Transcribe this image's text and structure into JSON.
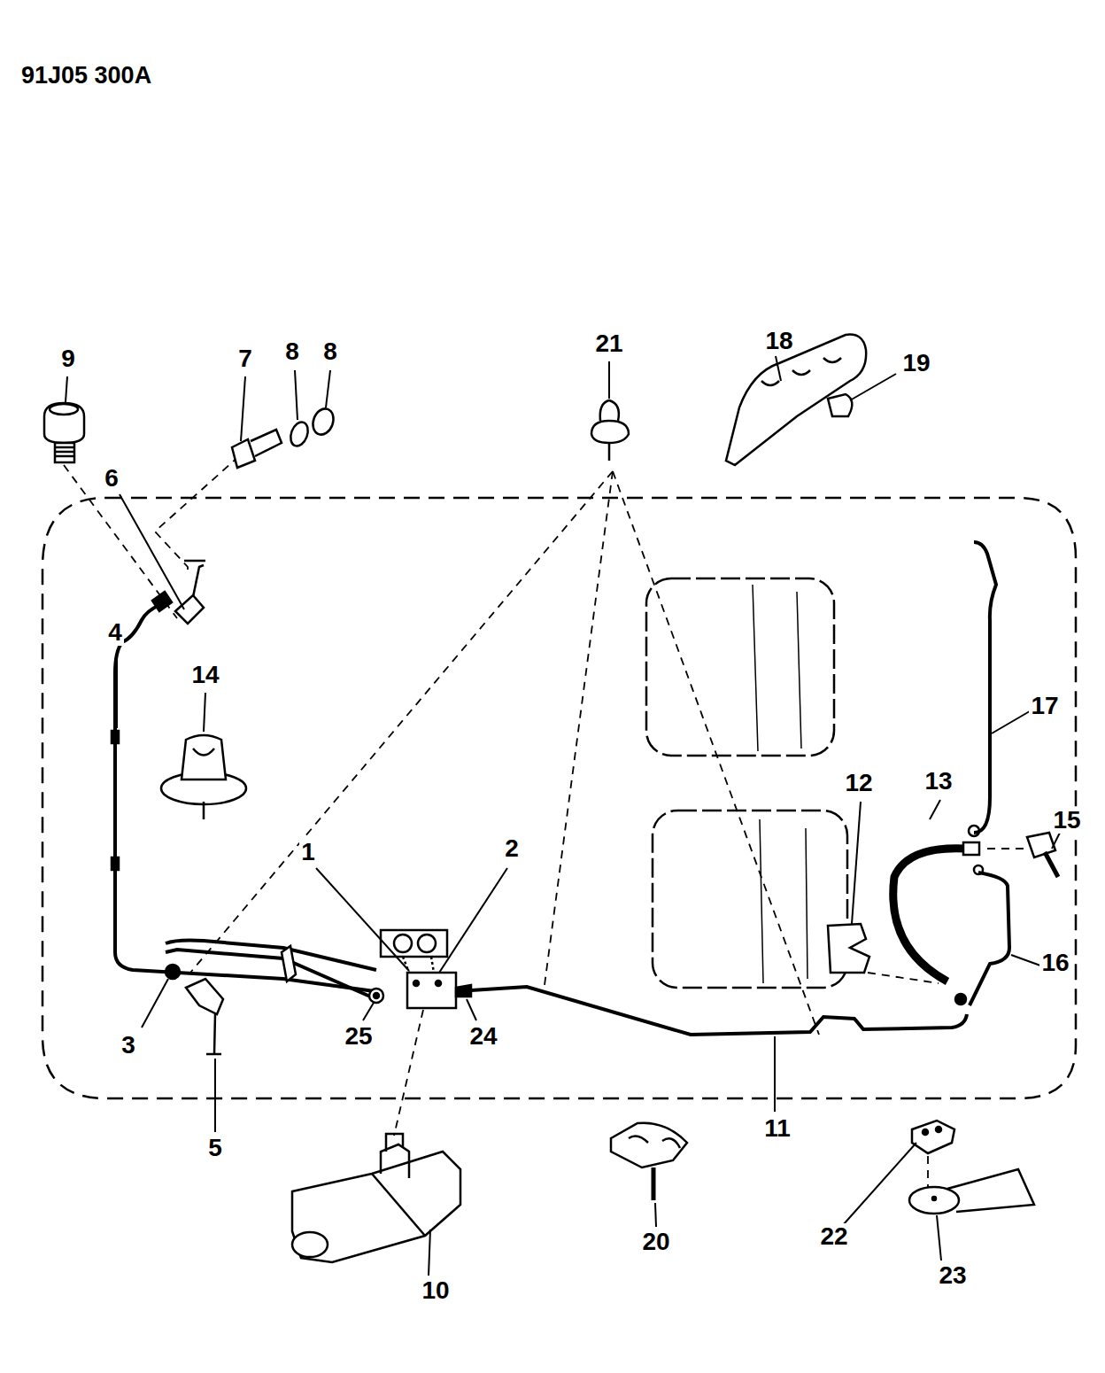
{
  "diagram": {
    "labels": [
      "91J05 300A",
      "9",
      "7",
      "8",
      "8",
      "21",
      "18",
      "19",
      "6",
      "4",
      "14",
      "17",
      "12",
      "13",
      "15",
      "1",
      "2",
      "16",
      "3",
      "25",
      "24",
      "5",
      "11",
      "10",
      "20",
      "22",
      "23"
    ]
  }
}
